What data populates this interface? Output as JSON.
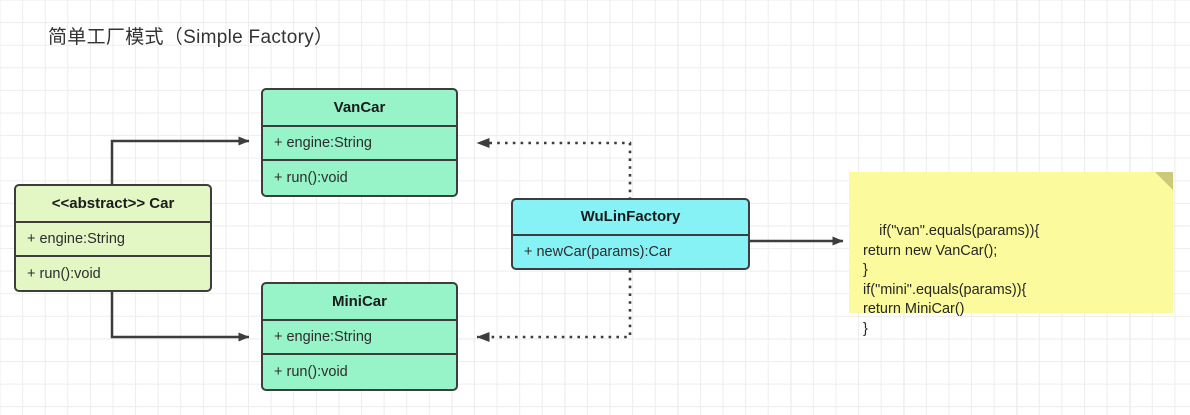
{
  "title": "简单工厂模式（Simple Factory）",
  "classes": {
    "car": {
      "name": "<<abstract>> Car",
      "attributes": [
        "+ engine:String"
      ],
      "methods": [
        "+ run():void"
      ]
    },
    "vancar": {
      "name": "VanCar",
      "attributes": [
        "+ engine:String"
      ],
      "methods": [
        "+ run():void"
      ]
    },
    "minicar": {
      "name": "MiniCar",
      "attributes": [
        "+ engine:String"
      ],
      "methods": [
        "+ run():void"
      ]
    },
    "factory": {
      "name": "WuLinFactory",
      "methods": [
        "+ newCar(params):Car"
      ]
    }
  },
  "note": {
    "code": "if(\"van\".equals(params)){\nreturn new VanCar();\n}\nif(\"mini\".equals(params)){\nreturn MiniCar()\n}"
  },
  "colors": {
    "abstract_class_fill": "#e2f7c4",
    "concrete_class_fill": "#97f3c8",
    "factory_fill": "#86f2f6",
    "note_fill": "#fbfa9c",
    "note_fold": "#ccca7a",
    "stroke": "#3d3d3d",
    "grid_minor": "#ededed",
    "grid_major": "#e2e2e2"
  }
}
